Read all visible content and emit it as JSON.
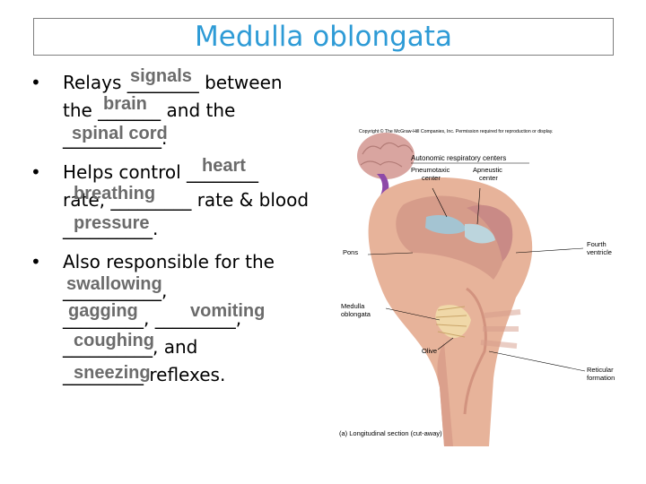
{
  "title": "Medulla oblongata",
  "lines": {
    "b1_l1": "Relays ________ between",
    "b1_l2": "the _______ and the",
    "b1_l3": "___________.",
    "b2_l1": "Helps control ________",
    "b2_l2": "rate, _________ rate & blood",
    "b2_l3": "__________.",
    "b3_l1": "Also responsible for the",
    "b3_l2": "___________,",
    "b3_l3": "_________, _________,",
    "b3_l4": "__________, and",
    "b3_l5": "_________ reflexes."
  },
  "answers": {
    "signals": "signals",
    "brain": "brain",
    "spinal_cord": "spinal cord",
    "heart": "heart",
    "breathing": "breathing",
    "pressure": "pressure",
    "swallowing": "swallowing",
    "gagging": "gagging",
    "vomiting": "vomiting",
    "coughing": "coughing",
    "sneezing": "sneezing"
  },
  "figure": {
    "copyright": "Copyright © The McGraw-Hill Companies, Inc. Permission required for reproduction or display.",
    "labels": {
      "autonomic": "Autonomic respiratory centers",
      "pneumotaxic": "Pneumotaxic",
      "pneumotaxic2": "center",
      "apneustic": "Apneustic",
      "apneustic2": "center",
      "pons": "Pons",
      "fourth": "Fourth",
      "fourth2": "ventricle",
      "medulla": "Medulla",
      "medulla2": "oblongata",
      "olive": "Olive",
      "reticular": "Reticular",
      "reticular2": "formation",
      "caption": "(a) Longitudinal section (cut-away)"
    }
  },
  "colors": {
    "title": "#2e9bd6",
    "answer": "#6b6b6b"
  }
}
